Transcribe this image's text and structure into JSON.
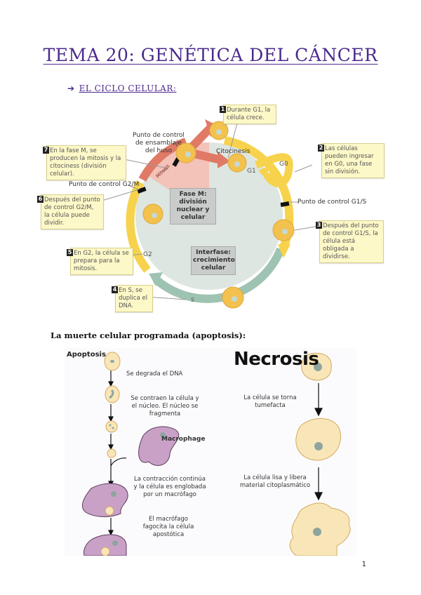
{
  "document": {
    "title": "TEMA 20: GENÉTICA DEL CÁNCER",
    "section1": {
      "arrow_icon": "right-arrow",
      "heading": "EL CICLO CELULAR:"
    },
    "section2": {
      "heading": "La muerte celular programada (apoptosis):"
    },
    "page_number": "1"
  },
  "cell_cycle_figure": {
    "callouts": [
      {
        "number": "1",
        "text": "Durante G1, la célula crece."
      },
      {
        "number": "2",
        "text": "Las células pueden ingresar en G0, una fase sin división."
      },
      {
        "number": "3",
        "text": "Después del punto de control G1/S, la célula está obligada a dividirse."
      },
      {
        "number": "4",
        "text": "En S, se duplica el DNA."
      },
      {
        "number": "5",
        "text": "En G2, la célula se prepara para la mitosis."
      },
      {
        "number": "6",
        "text": "Después del punto de control G2/M, la célula puede dividir."
      },
      {
        "number": "7",
        "text": "En la fase M, se producen la mitosis y la citociness (división celular)."
      }
    ],
    "labels": {
      "spindle_checkpoint": "Punto de control de ensamblaje del huso",
      "g2m_checkpoint": "Punto de control G2/M",
      "g1s_checkpoint": "Punto de control G1/S",
      "cytokinesis": "Citocinesis",
      "mitosis": "Mitosis",
      "g1": "G1",
      "g0": "G0",
      "g2": "G2",
      "s": "S"
    },
    "phase_boxes": {
      "m_phase": "Fase M: división nuclear y celular",
      "interphase": "Interfase: crecimiento celular"
    },
    "colors": {
      "m_arc": "#e07a66",
      "g_arc": "#f7d24c",
      "s_arc": "#9fc3b2",
      "interior": "#dde6e0",
      "m_wedge": "#f3c2b8",
      "cell": "#f2c14e"
    }
  },
  "apoptosis_figure": {
    "apoptosis_title": "Apoptosis",
    "necrosis_title": "Necrosis",
    "apoptosis_steps": [
      "Se degrada el DNA",
      "Se contraen la célula y el núcleo. El núcleo se fragmenta",
      "Macrophage",
      "La contracción continúa y la célula es englobada por un macrófago",
      "El macrófago fagocita la célula apostótica"
    ],
    "necrosis_steps": [
      "La célula se torna tumefacta",
      "La célula lisa y libera material citoplasmático"
    ]
  }
}
